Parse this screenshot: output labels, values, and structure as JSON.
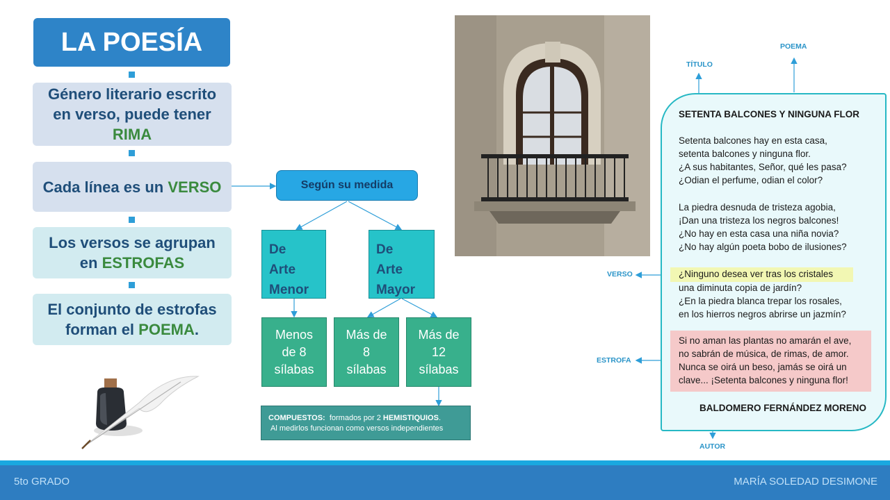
{
  "left": {
    "title": "LA POESÍA",
    "box1_a": "Género literario escrito en verso, puede tener",
    "box1_b": "RIMA",
    "box2_a": "Cada línea es un",
    "box2_b": "VERSO",
    "box3_a": "Los versos se agrupan en",
    "box3_b": "ESTROFAS",
    "box4_a": "El conjunto de estrofas forman el",
    "box4_b": "POEMA",
    "box4_c": "."
  },
  "diagram": {
    "medida": "Según su medida",
    "arte_menor": [
      "De",
      "Arte",
      "Menor"
    ],
    "arte_mayor": [
      "De",
      "Arte",
      "Mayor"
    ],
    "menos8": [
      "Menos",
      "de 8",
      "sílabas"
    ],
    "mas8": [
      "Más de",
      "8",
      "sílabas"
    ],
    "mas12": [
      "Más de",
      "12",
      "sílabas"
    ],
    "compuestos_label": "COMPUESTOS:",
    "compuestos_a": "formados por 2",
    "compuestos_b": "HEMISTIQUIOS",
    "compuestos_c": ".",
    "compuestos_line2": "Al medirlos funcionan como versos independientes"
  },
  "poem": {
    "title": "SETENTA BALCONES Y NINGUNA FLOR",
    "stanza1": [
      "Setenta balcones hay en esta casa,",
      "setenta balcones y ninguna flor.",
      "¿A sus habitantes, Señor, qué les pasa?",
      "¿Odian el perfume, odian el color?"
    ],
    "stanza2": [
      "La piedra desnuda de tristeza agobia,",
      "¡Dan una tristeza los negros balcones!",
      "¿No hay en esta casa una niña novia?",
      "¿No hay algún poeta bobo de ilusiones?"
    ],
    "stanza3_highlight": "¿Ninguno desea ver tras los cristales",
    "stanza3": [
      "una diminuta copia de jardín?",
      "¿En la piedra blanca trepar los rosales,",
      "en los hierros negros abrirse un jazmín?"
    ],
    "stanza4": [
      "Si no aman las plantas no amarán el ave,",
      "no sabrán de música, de rimas, de amor.",
      "Nunca se oirá un beso, jamás se oirá un",
      "clave... ¡Setenta balcones y ninguna flor!"
    ],
    "author": "BALDOMERO FERNÁNDEZ MORENO"
  },
  "callouts": {
    "titulo": "TÍTULO",
    "poema": "POEMA",
    "verso": "VERSO",
    "estrofa": "ESTROFA",
    "autor": "AUTOR"
  },
  "footer": {
    "left": "5to GRADO",
    "right": "MARÍA SOLEDAD DESIMONE"
  },
  "colors": {
    "title_blue": "#2e84c8",
    "accent_green": "#3a8a3e",
    "text_navy": "#1f4e79",
    "cyan_box": "#26c3c9",
    "teal_box": "#38b08c",
    "highlight_yellow": "#f2f7b3",
    "highlight_pink": "#f5c9c9"
  }
}
